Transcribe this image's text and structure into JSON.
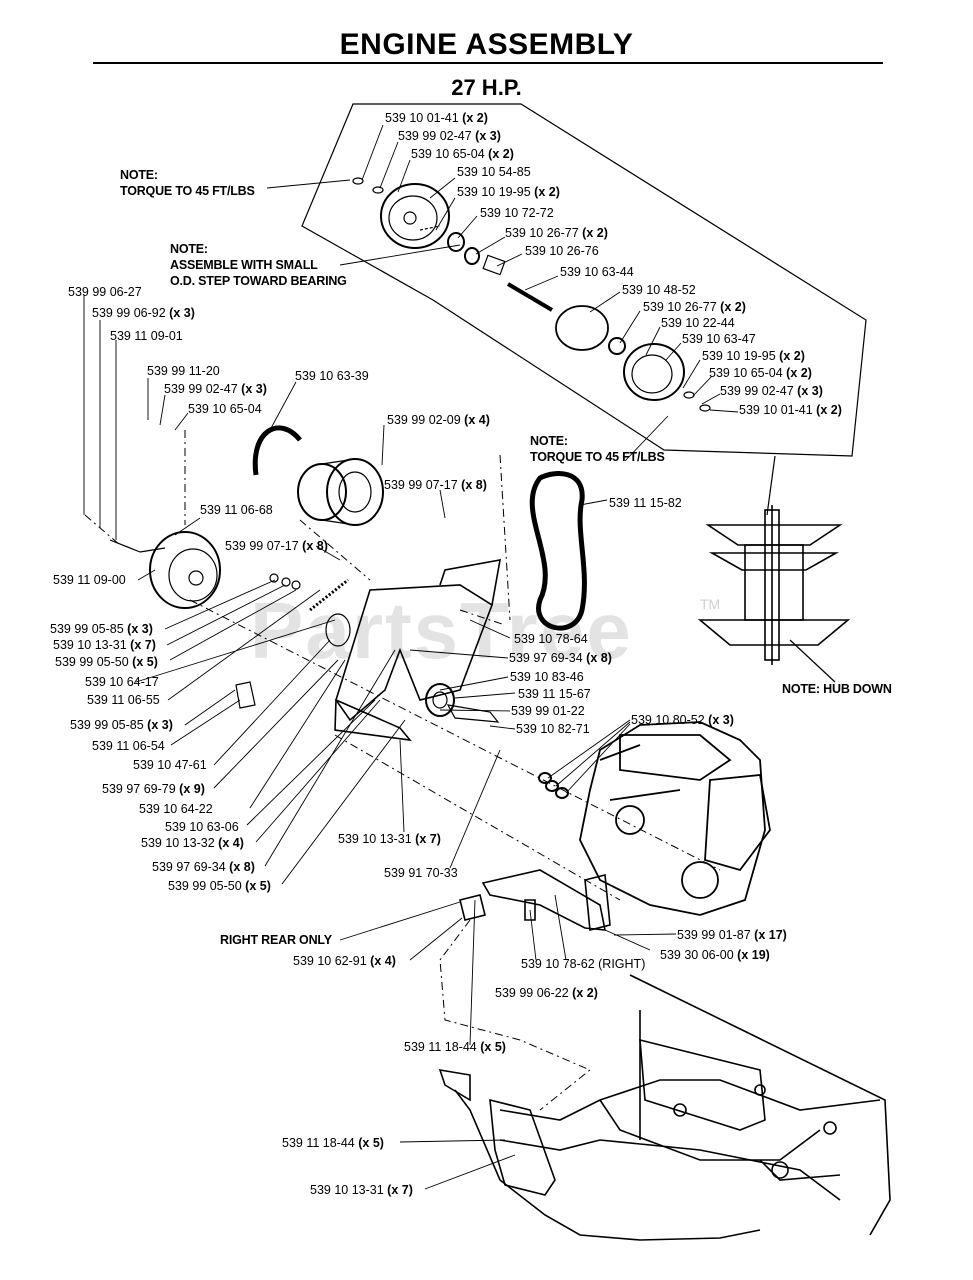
{
  "header": {
    "title": "ENGINE ASSEMBLY",
    "subtitle": "27 H.P."
  },
  "watermark": {
    "text": "PartsTree",
    "tm": "TM"
  },
  "notes": {
    "torque_top_1": "NOTE:",
    "torque_top_2": "TORQUE TO 45 FT/LBS",
    "assemble_1": "NOTE:",
    "assemble_2": "ASSEMBLE WITH SMALL",
    "assemble_3": "O.D. STEP TOWARD BEARING",
    "torque_mid_1": "NOTE:",
    "torque_mid_2": "TORQUE TO 45 FT/LBS",
    "hub_down": "NOTE: HUB DOWN",
    "right_rear": "RIGHT REAR ONLY"
  },
  "parts": [
    {
      "num": "539 10 01-41",
      "qty": "(x 2)"
    },
    {
      "num": "539 99 02-47",
      "qty": "(x 3)"
    },
    {
      "num": "539 10 65-04",
      "qty": "(x 2)"
    },
    {
      "num": "539 10 54-85",
      "qty": ""
    },
    {
      "num": "539 10 19-95",
      "qty": "(x 2)"
    },
    {
      "num": "539 10 72-72",
      "qty": ""
    },
    {
      "num": "539 10 26-77",
      "qty": "(x 2)"
    },
    {
      "num": "539 10 26-76",
      "qty": ""
    },
    {
      "num": "539 10 63-44",
      "qty": ""
    },
    {
      "num": "539 10 48-52",
      "qty": ""
    },
    {
      "num": "539 10 26-77",
      "qty": "(x 2)"
    },
    {
      "num": "539 10 22-44",
      "qty": ""
    },
    {
      "num": "539 10 63-47",
      "qty": ""
    },
    {
      "num": "539 10 19-95",
      "qty": "(x 2)"
    },
    {
      "num": "539 10 65-04",
      "qty": "(x 2)"
    },
    {
      "num": "539 99 02-47",
      "qty": "(x 3)"
    },
    {
      "num": "539 10 01-41",
      "qty": "(x 2)"
    },
    {
      "num": "539 99 06-27",
      "qty": ""
    },
    {
      "num": "539 99 06-92",
      "qty": "(x 3)"
    },
    {
      "num": "539 11 09-01",
      "qty": ""
    },
    {
      "num": "539 99 11-20",
      "qty": ""
    },
    {
      "num": "539 99 02-47",
      "qty": "(x 3)"
    },
    {
      "num": "539 10 65-04",
      "qty": ""
    },
    {
      "num": "539 10 63-39",
      "qty": ""
    },
    {
      "num": "539 99 02-09",
      "qty": "(x 4)"
    },
    {
      "num": "539 99 07-17",
      "qty": "(x 8)"
    },
    {
      "num": "539 11 15-82",
      "qty": ""
    },
    {
      "num": "539 11 06-68",
      "qty": ""
    },
    {
      "num": "539 99 07-17",
      "qty": "(x 8)"
    },
    {
      "num": "539 11 09-00",
      "qty": ""
    },
    {
      "num": "539 99 05-85",
      "qty": "(x 3)"
    },
    {
      "num": "539 10 13-31",
      "qty": "(x 7)"
    },
    {
      "num": "539 99 05-50",
      "qty": "(x 5)"
    },
    {
      "num": "539 10 64-17",
      "qty": ""
    },
    {
      "num": "539 11 06-55",
      "qty": ""
    },
    {
      "num": "539 10 78-64",
      "qty": ""
    },
    {
      "num": "539 97 69-34",
      "qty": "(x 8)"
    },
    {
      "num": "539 10 83-46",
      "qty": ""
    },
    {
      "num": "539 11 15-67",
      "qty": ""
    },
    {
      "num": "539 99 01-22",
      "qty": ""
    },
    {
      "num": "539 10 82-71",
      "qty": ""
    },
    {
      "num": "539 10 80-52",
      "qty": "(x 3)"
    },
    {
      "num": "539 99 05-85",
      "qty": "(x 3)"
    },
    {
      "num": "539 11 06-54",
      "qty": ""
    },
    {
      "num": "539 10 47-61",
      "qty": ""
    },
    {
      "num": "539 97 69-79",
      "qty": "(x 9)"
    },
    {
      "num": "539 10 64-22",
      "qty": ""
    },
    {
      "num": "539 10 63-06",
      "qty": ""
    },
    {
      "num": "539 10 13-32",
      "qty": "(x 4)"
    },
    {
      "num": "539 10 13-31",
      "qty": "(x 7)"
    },
    {
      "num": "539 97 69-34",
      "qty": "(x 8)"
    },
    {
      "num": "539 99 05-50",
      "qty": "(x 5)"
    },
    {
      "num": "539 91 70-33",
      "qty": ""
    },
    {
      "num": "539 99 01-87",
      "qty": "(x 17)"
    },
    {
      "num": "539 30 06-00",
      "qty": "(x 19)"
    },
    {
      "num": "539 10 62-91",
      "qty": "(x 4)"
    },
    {
      "num": "539 10 78-62 (RIGHT)",
      "qty": ""
    },
    {
      "num": "539 99 06-22",
      "qty": "(x 2)"
    },
    {
      "num": "539 11 18-44",
      "qty": "(x 5)"
    },
    {
      "num": "539 11 18-44",
      "qty": "(x 5)"
    },
    {
      "num": "539 10 13-31",
      "qty": "(x 7)"
    }
  ]
}
